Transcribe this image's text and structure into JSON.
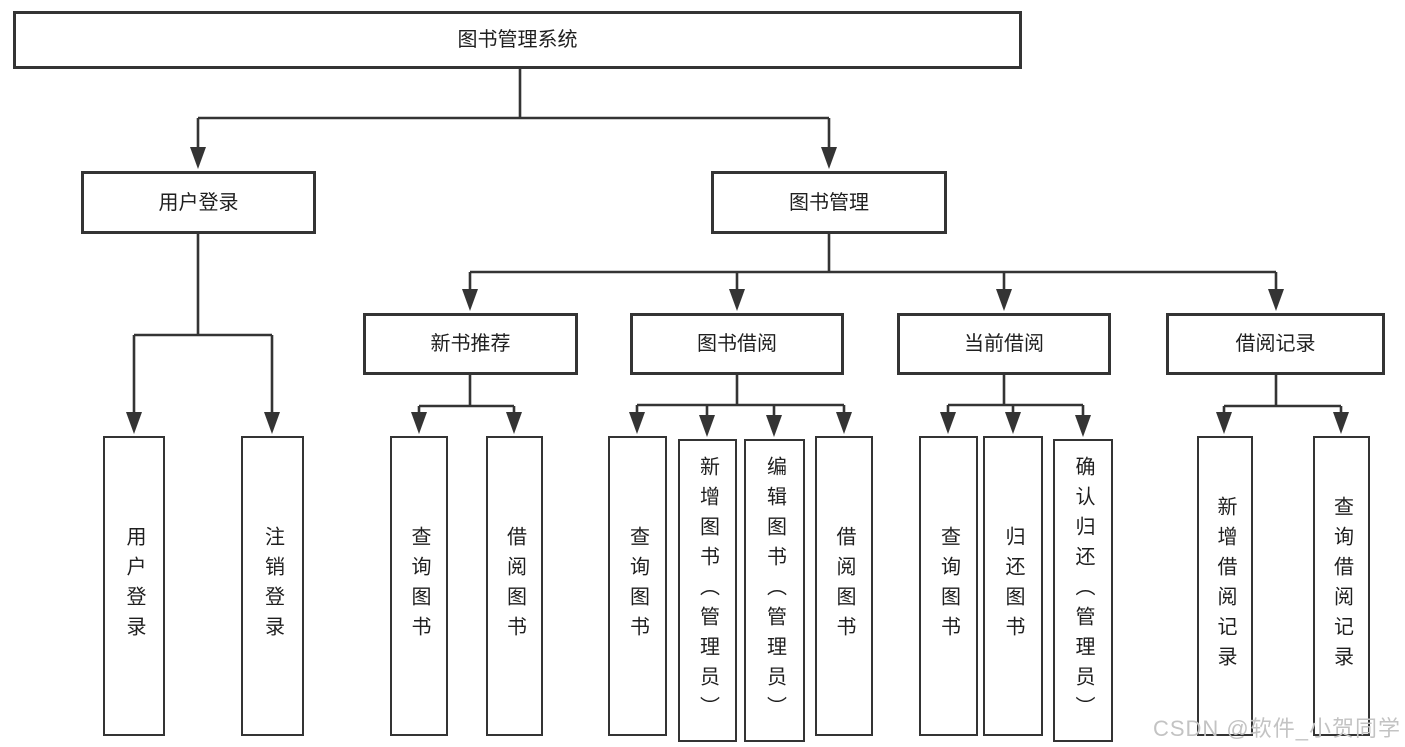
{
  "colors": {
    "background": "#ffffff",
    "line": "#343434",
    "box_border": "#343434",
    "text": "#1f1f1f",
    "watermark": "#c3c3c3"
  },
  "diagram": {
    "root": {
      "label": "图书管理系统"
    },
    "branches": [
      {
        "label": "用户登录",
        "children": [
          {
            "label": "用户登录"
          },
          {
            "label": "注销登录"
          }
        ]
      },
      {
        "label": "图书管理",
        "children": [
          {
            "label": "新书推荐",
            "children": [
              {
                "label": "查询图书"
              },
              {
                "label": "借阅图书"
              }
            ]
          },
          {
            "label": "图书借阅",
            "children": [
              {
                "label": "查询图书"
              },
              {
                "label": "新增图书（管理员）"
              },
              {
                "label": "编辑图书（管理员）"
              },
              {
                "label": "借阅图书"
              }
            ]
          },
          {
            "label": "当前借阅",
            "children": [
              {
                "label": "查询图书"
              },
              {
                "label": "归还图书"
              },
              {
                "label": "确认归还（管理员）"
              }
            ]
          },
          {
            "label": "借阅记录",
            "children": [
              {
                "label": "新增借阅记录"
              },
              {
                "label": "查询借阅记录"
              }
            ]
          }
        ]
      }
    ]
  },
  "watermark": {
    "text": "CSDN @软件_小贺同学"
  }
}
